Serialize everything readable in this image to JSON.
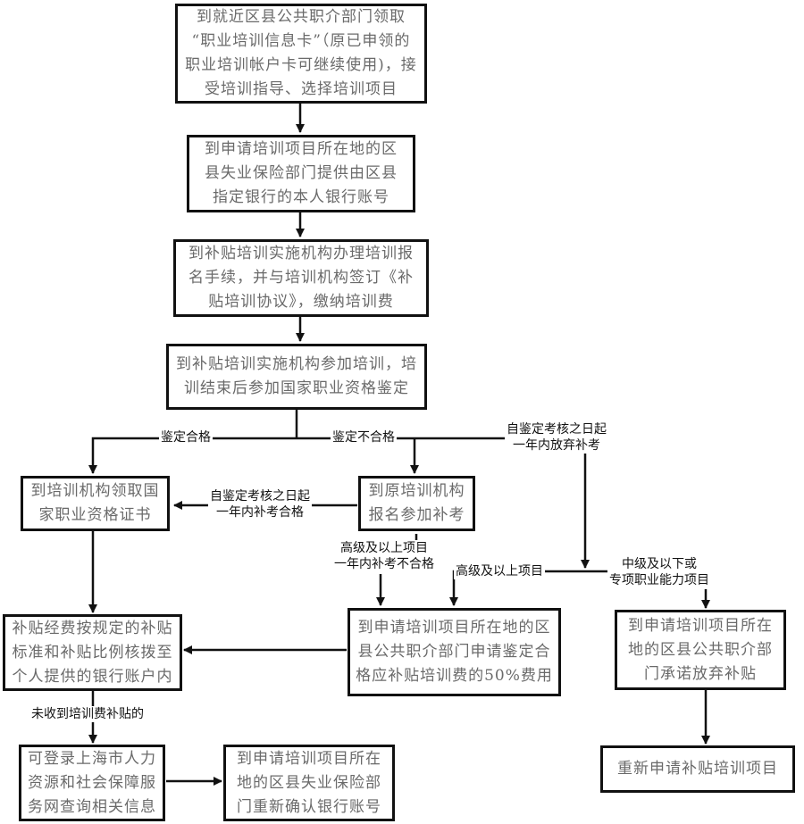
{
  "diagram": {
    "type": "flowchart",
    "boxes": {
      "b1": [
        "到就近区县公共职介部门领取",
        "“职业培训信息卡”（原已申领的",
        "职业培训帐户卡可继续使用)，接",
        "受培训指导、选择培训项目"
      ],
      "b2": [
        "到申请培训项目所在地的区",
        "县失业保险部门提供由区县",
        "指定银行的本人银行账号"
      ],
      "b3": [
        "到补贴培训实施机构办理培训报",
        "名手续，并与培训机构签订《补",
        "贴培训协议》，缴纳培训费"
      ],
      "b4": [
        "到补贴培训实施机构参加培训，培",
        "训结束后参加国家职业资格鉴定"
      ],
      "b5": [
        "到培训机构领取国",
        "家职业资格证书"
      ],
      "b6": [
        "到原培训机构",
        "报名参加补考"
      ],
      "b7": [
        "补贴经费按规定的补贴",
        "标准和补贴比例核拨至",
        "个人提供的银行账户内"
      ],
      "b8": [
        "到申请培训项目所在地的区",
        "县公共职介部门申请鉴定合",
        "格应补贴培训费的50%费用"
      ],
      "b9": [
        "到申请培训项目所在",
        "地的区县公共职介部",
        "门承诺放弃补贴"
      ],
      "b10": [
        "可登录上海市人力",
        "资源和社会保障服",
        "务网查询相关信息"
      ],
      "b11": [
        "到申请培训项目所在",
        "地的区县失业保险部",
        "门重新确认银行账号"
      ],
      "b12": [
        "重新申请补贴培训项目"
      ]
    },
    "labels": {
      "pass": "鉴定合格",
      "fail": "鉴定不合格",
      "giveup": [
        "自鉴定考核之日起",
        "一年内放弃补考"
      ],
      "retake_pass": [
        "自鉴定考核之日起",
        "一年内补考合格"
      ],
      "retake_fail": [
        "高级及以上项目",
        "一年内补考不合格"
      ],
      "senior": "高级及以上项目",
      "junior": [
        "中级及以下或",
        "专项职业能力项目"
      ],
      "not_received": "未收到培训费补贴的"
    }
  }
}
